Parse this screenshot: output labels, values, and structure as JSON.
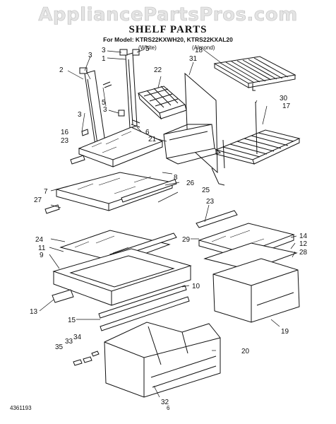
{
  "watermark": "AppliancePartsPros.com",
  "header": {
    "title": "SHELF PARTS",
    "model_line": "For Model: KTRS22KXWH20, KTRS22KXAL20",
    "variant_left": "(White)",
    "variant_right": "(Almond)"
  },
  "footer": {
    "doc_number": "4361193",
    "page_number": "6"
  },
  "callouts": [
    "1",
    "2",
    "3",
    "3",
    "3",
    "3",
    "5",
    "5",
    "18",
    "31",
    "22",
    "30",
    "17",
    "16",
    "23",
    "6",
    "21",
    "8",
    "26",
    "7",
    "27",
    "25",
    "23",
    "24",
    "11",
    "9",
    "29",
    "14",
    "12",
    "28",
    "10",
    "13",
    "15",
    "34",
    "33",
    "35",
    "20",
    "19",
    "32"
  ]
}
